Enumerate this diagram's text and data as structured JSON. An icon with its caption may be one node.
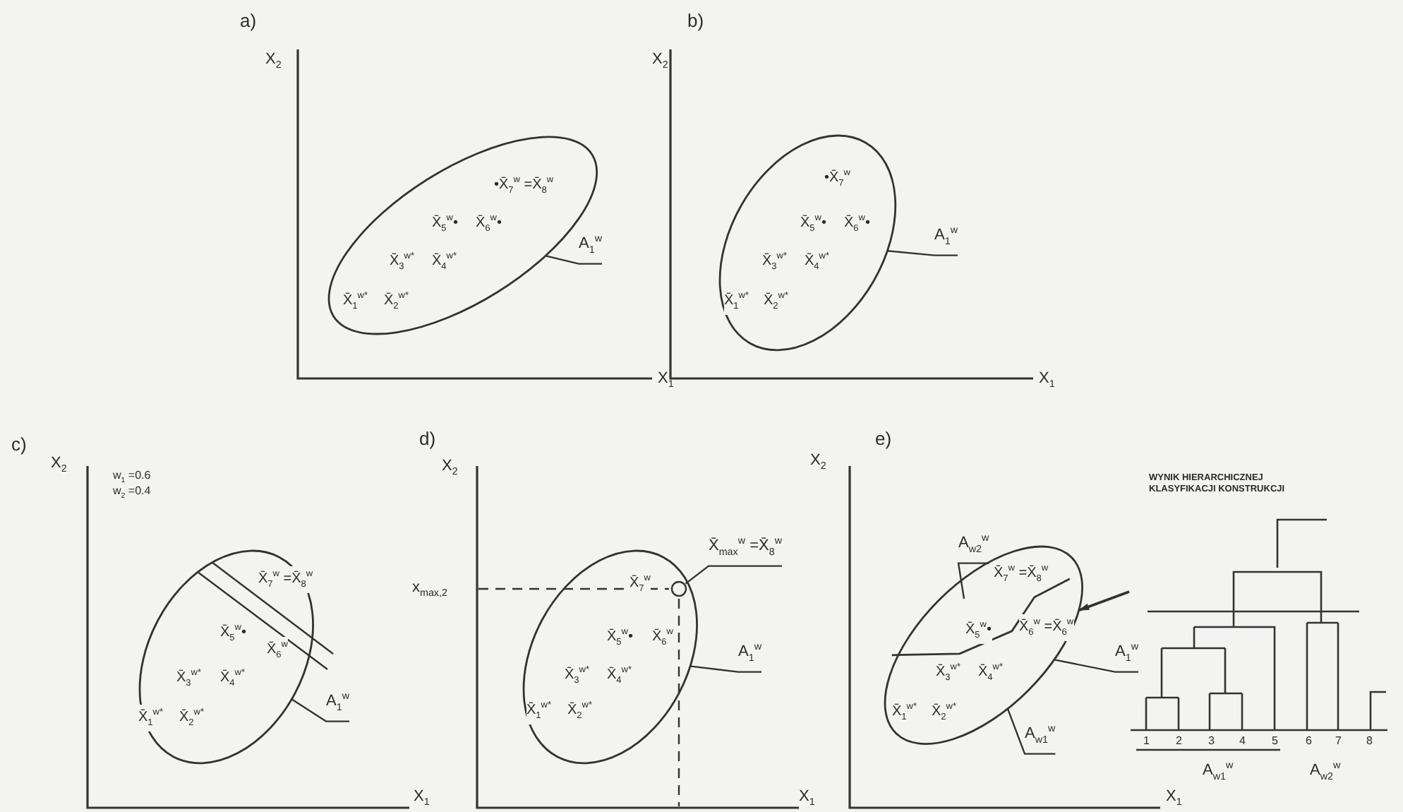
{
  "diagram": {
    "nodes": [
      {
        "text": [
          "•X̄$_{7}$$^{w}$ =X̄$_{8}$$^{w}$",
          "X̄$_{5}$$^{w}$•",
          "X̄$_{6}$$^{w}$•",
          "X̄$_{3}$$^{w*}$",
          "X̄$_{4}$$^{w*}$",
          "X̄$_{1}$$^{w*}$",
          "X̄$_{2}$$^{w*}$"
        ]
      },
      {
        "text": [
          "A$_{1}$$^{w}$"
        ]
      },
      {
        "text": [
          "•X̄$_{7}$$^{w}$",
          "X̄$_{5}$$^{w}$•",
          "X̄$_{6}$$^{w}$•",
          "X̄$_{3}$$^{w*}$",
          "X̄$_{4}$$^{w*}$",
          "X̄$_{1}$$^{w*}$",
          "X̄$_{2}$$^{w*}$"
        ]
      },
      {
        "text": [
          "A$_{1}$$^{w}$"
        ]
      },
      {
        "text": [
          "X̄$_{7}$$^{w}$ =X̄$_{8}$$^{w}$",
          "X̄$_{5}$$^{w}$•",
          "X̄$_{6}$$^{w}$",
          "X̄$_{3}$$^{w*}$",
          "X̄$_{4}$$^{w*}$",
          "X̄$_{1}$$^{w*}$",
          "X̄$_{2}$$^{w*}$"
        ]
      },
      {
        "text": [
          "A$_{1}$$^{w}$"
        ]
      },
      {
        "text": [
          "X̄$_{7}$$^{w}$",
          "X̄$_{5}$$^{w}$•",
          "X̄$_{6}$$^{w}$",
          "X̄$_{3}$$^{w*}$",
          "X̄$_{4}$$^{w*}$",
          "X̄$_{1}$$^{w*}$",
          "X̄$_{2}$$^{w*}$"
        ]
      },
      {
        "text": [
          "X̄$_{max}$$^{w}$ =X̄$_{8}$$^{w}$"
        ]
      },
      {
        "text": [],
        "shape": "circle",
        "in": 6
      },
      {
        "text": [
          "A$_{1}$$^{w}$"
        ]
      },
      {
        "text": [
          "X̄$_{7}$$^{w}$  =X̄$_{8}$$^{w}$",
          "X̄$_{5}$$^{w}$•",
          "X̄$_{6}$$^{w}$ =X̄$_{6}$$^{w}$",
          "X̄$_{3}$$^{w*}$",
          "X̄$_{4}$$^{w*}$",
          "X̄$_{1}$$^{w*}$",
          "X̄$_{2}$$^{w*}$"
        ]
      },
      {
        "text": [
          "A$_{w2}$$^{w}$"
        ]
      },
      {
        "text": [
          "A$_{1}$$^{w}$"
        ]
      },
      {
        "text": [
          "A$_{w1}$$^{w}$"
        ]
      },
      {
        "text": [
          "WYNIK HIERARCHICZNEJ KLASYFIKACJI KONSTRUKCJI"
        ],
        "beside": [
          "A$_{w1}$$^{w}$",
          "A$_{w2}$$^{w}$"
        ]
      }
    ],
    "edges": [
      {
        "from": 1,
        "to": 0,
        "arrow": "none"
      },
      {
        "from": 3,
        "to": 2,
        "arrow": "none"
      },
      {
        "from": 5,
        "to": 4,
        "arrow": "none"
      },
      {
        "from": 7,
        "to": 8,
        "arrow": "none"
      },
      {
        "from": 9,
        "to": 6,
        "arrow": "none"
      },
      {
        "from": 11,
        "to": 10,
        "arrow": "none"
      },
      {
        "from": 12,
        "to": 10,
        "arrow": "none"
      },
      {
        "from": 13,
        "to": 10,
        "arrow": "none"
      },
      {
        "from": 14,
        "to": 10,
        "arrow": "to"
      }
    ],
    "labels": [
      "a)",
      "X$_{2}$",
      "b)",
      "X$_{2}$",
      "X$_{1}$",
      "X$_{1}$",
      "c)",
      "X$_{2}$",
      "w$_{1}$ =0.6",
      "w$_{2}$ =0.4",
      "d)",
      "X$_{2}$",
      "x$_{max,2}$",
      "e)",
      "X$_{2}$",
      "1",
      "2",
      "3",
      "4",
      "5",
      "6",
      "7",
      "8",
      "X$_{1}$",
      "X$_{1}$",
      "X$_{1}$"
    ]
  }
}
